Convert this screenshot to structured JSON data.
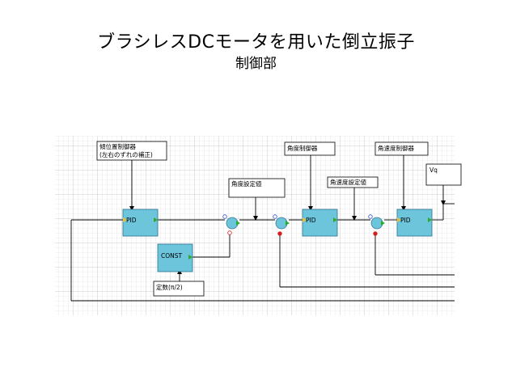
{
  "slide": {
    "title": "ブラシレスDCモータを用いた倒立振子",
    "subtitle": "制御部"
  },
  "blocks": {
    "pid1": "PID",
    "pid2": "PID",
    "pid3": "PID",
    "const": "CONST"
  },
  "notes": {
    "tilt_controller_l1": "傾位置制御器",
    "tilt_controller_l2": "(左右のずれの補正)",
    "angle_setpoint": "角度設定値",
    "angle_controller": "角度制御器",
    "angvel_setpoint": "角速度設定値",
    "angvel_controller": "角速度制御器",
    "vq": "Vq",
    "const_value": "定数(π/2)"
  },
  "colors": {
    "block_fill": "#6cc5db",
    "block_border": "#3a7c9a",
    "port_green": "#2eaa2e",
    "port_yellow": "#e2c23a",
    "sum_red": "#d22020",
    "grid": "#cfcfcf"
  }
}
